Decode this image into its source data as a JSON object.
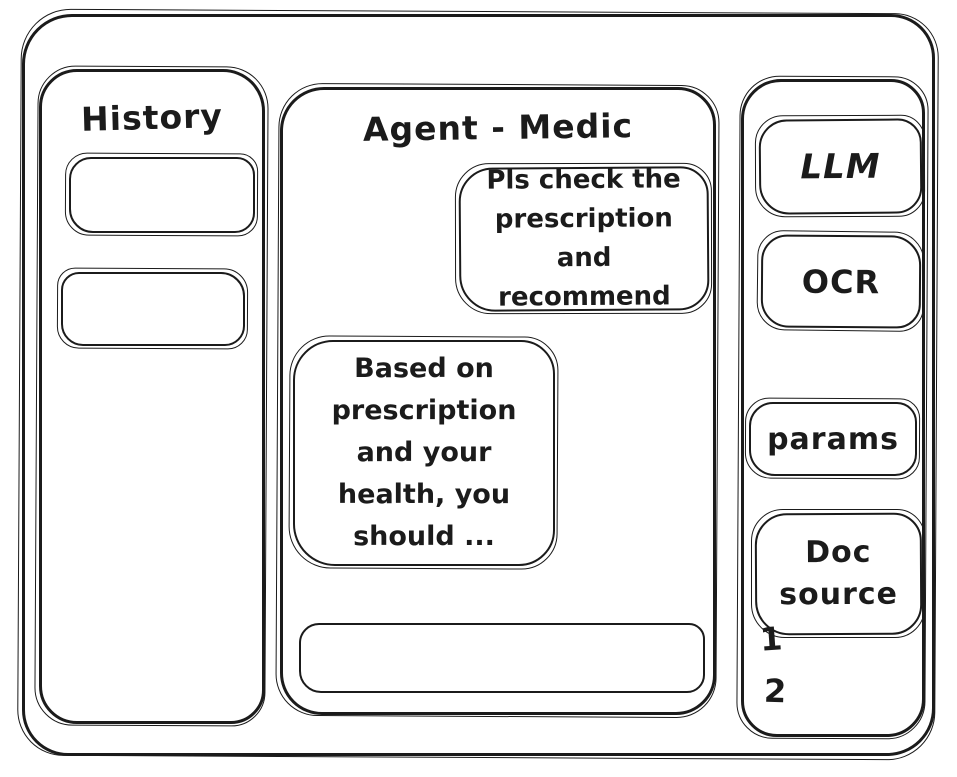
{
  "colors": {
    "ink": "#1b1b1b",
    "background": "#ffffff"
  },
  "history": {
    "title": "History",
    "items": [
      {
        "label": ""
      },
      {
        "label": ""
      }
    ]
  },
  "chat": {
    "title": "Agent - Medic",
    "messages": [
      {
        "role": "user",
        "text": "Pls check the prescription and recommend"
      },
      {
        "role": "assistant",
        "text": "Based on prescription and your health, you should ..."
      }
    ],
    "input": {
      "value": "",
      "placeholder": ""
    }
  },
  "tools": {
    "llm_label": "LLM",
    "ocr_label": "OCR",
    "params_label": "params",
    "doc_source_label": "Doc source",
    "doc_items": [
      "1",
      "2"
    ]
  }
}
